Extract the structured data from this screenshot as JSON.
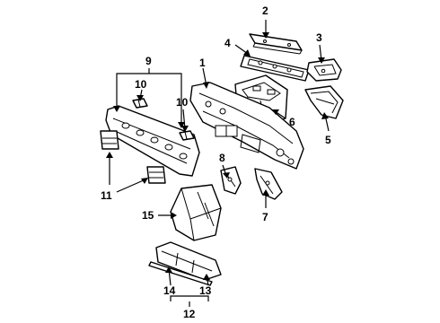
{
  "callouts": {
    "c1": "1",
    "c2": "2",
    "c3": "3",
    "c4": "4",
    "c5": "5",
    "c6": "6",
    "c7": "7",
    "c8": "8",
    "c9": "9",
    "c10a": "10",
    "c10b": "10",
    "c11": "11",
    "c12": "12",
    "c13": "13",
    "c14": "14",
    "c15": "15"
  }
}
